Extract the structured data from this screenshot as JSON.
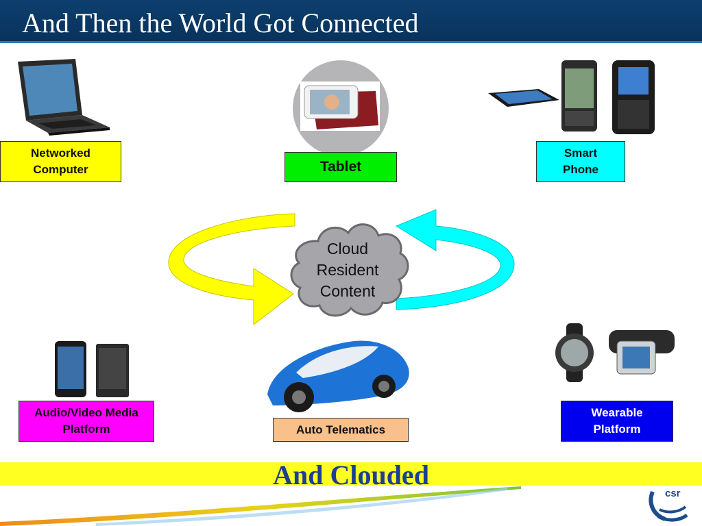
{
  "slide": {
    "title": "And Then the World Got Connected",
    "subtitle": "And Clouded"
  },
  "devices": {
    "networked_computer": "Networked\nComputer",
    "tablet": "Tablet",
    "smart_phone": "Smart\nPhone",
    "audio_video": "Audio/Video Media\nPlatform",
    "auto_telematics": "Auto Telematics",
    "wearable": "Wearable\nPlatform"
  },
  "cloud": {
    "label": "Cloud\nResident\nContent"
  },
  "logo": {
    "text": "csr"
  },
  "colors": {
    "header": "#0d3f6e",
    "networked_computer": "#ffff00",
    "tablet": "#00ee00",
    "smart_phone": "#00ffff",
    "audio_video": "#ff00ff",
    "auto_telematics": "#f9c08c",
    "wearable": "#0000ee",
    "arrow_yellow": "#ffff00",
    "arrow_cyan": "#00ffff",
    "subtitle": "#1b3f94",
    "band": "#ffff22"
  }
}
